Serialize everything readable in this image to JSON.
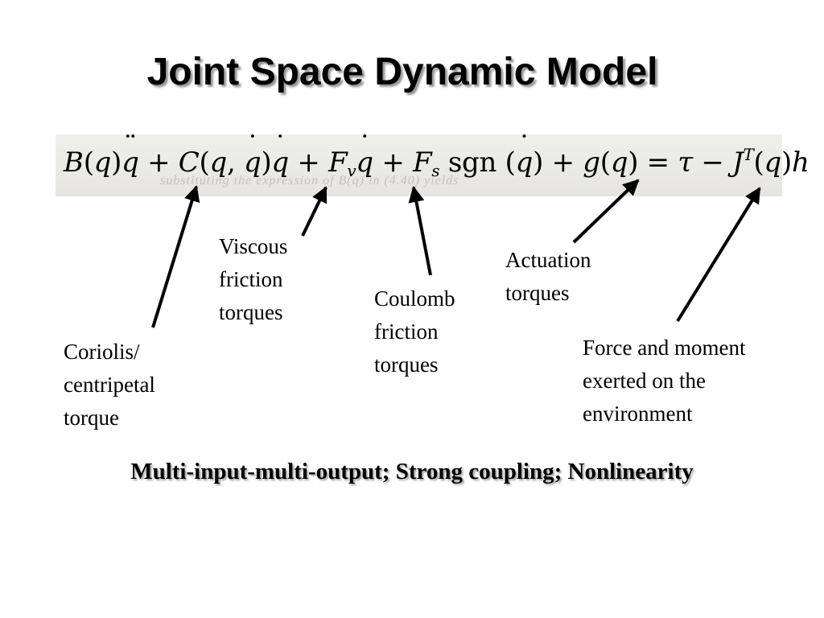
{
  "slide": {
    "title": "Joint Space Dynamic Model",
    "footer": "Multi-input-multi-output; Strong coupling; Nonlinearity"
  },
  "equation": {
    "B": "B",
    "q": "q",
    "C": "C",
    "F": "F",
    "v": "v",
    "s": "s",
    "sgn": "sgn",
    "g": "g",
    "tau": "τ",
    "J": "J",
    "T": "T",
    "h": "h",
    "comma": ",",
    "plus": "+",
    "minus": "−",
    "equals": "=",
    "lparen": "(",
    "rparen": ")"
  },
  "labels": {
    "coriolis": "Coriolis/\ncentripetal\ntorque",
    "viscous": "Viscous\nfriction\ntorques",
    "coulomb": "Coulomb\nfriction\ntorques",
    "actuation": "Actuation\ntorques",
    "environment": "Force and moment\nexerted on the\nenvironment"
  },
  "colors": {
    "text": "#000000",
    "background": "#ffffff",
    "equation_strip": "#ecebe7"
  }
}
